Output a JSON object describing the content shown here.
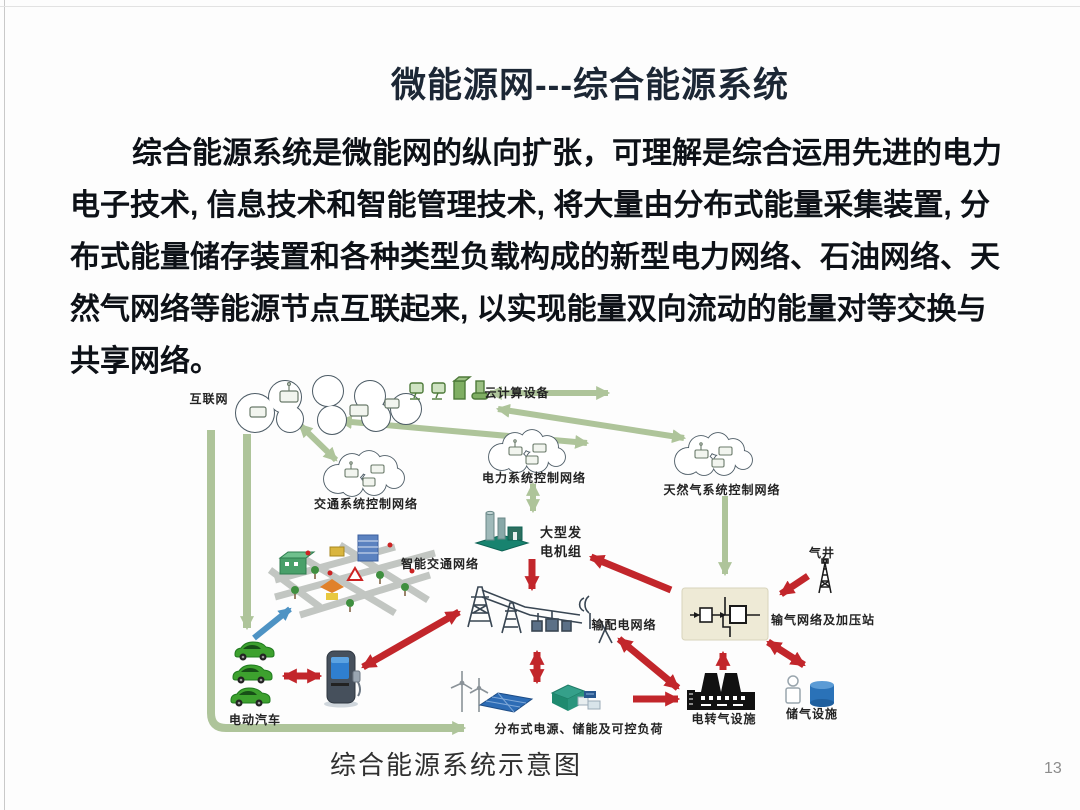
{
  "slide": {
    "title": "微能源网---综合能源系统",
    "body_lines": [
      "综合能源系统是微能网的纵向扩张，可理解是综合运用先进的电力",
      "电子技术, 信息技术和智能管理技术, 将大量由分布式能量采集装置, 分",
      "布式能量储存装置和各种类型负载构成的新型电力网络、石油网络、天",
      "然气网络等能源节点互联起来, 以实现能量双向流动的能量对等交换与",
      "共享网络。"
    ],
    "caption": "综合能源系统示意图",
    "page_number": "13"
  },
  "diagram": {
    "labels": {
      "internet": "互联网",
      "cloud_computing": "云计算设备",
      "traffic_control": "交通系统控制网络",
      "power_control": "电力系统控制网络",
      "gas_control": "天然气系统控制网络",
      "smart_traffic": "智能交通网络",
      "large_generator": "大型发电机组",
      "transmission": "输配电网络",
      "gas_well": "气井",
      "gas_network": "输气网络及加压站",
      "ev": "电动汽车",
      "distributed": "分布式电源、储能及可控负荷",
      "p2g": "电转气设施",
      "gas_storage": "储气设施"
    },
    "colors": {
      "green_arrow": "#aec49a",
      "red_arrow": "#c2262b",
      "blue_arrow": "#4e93c4"
    }
  }
}
